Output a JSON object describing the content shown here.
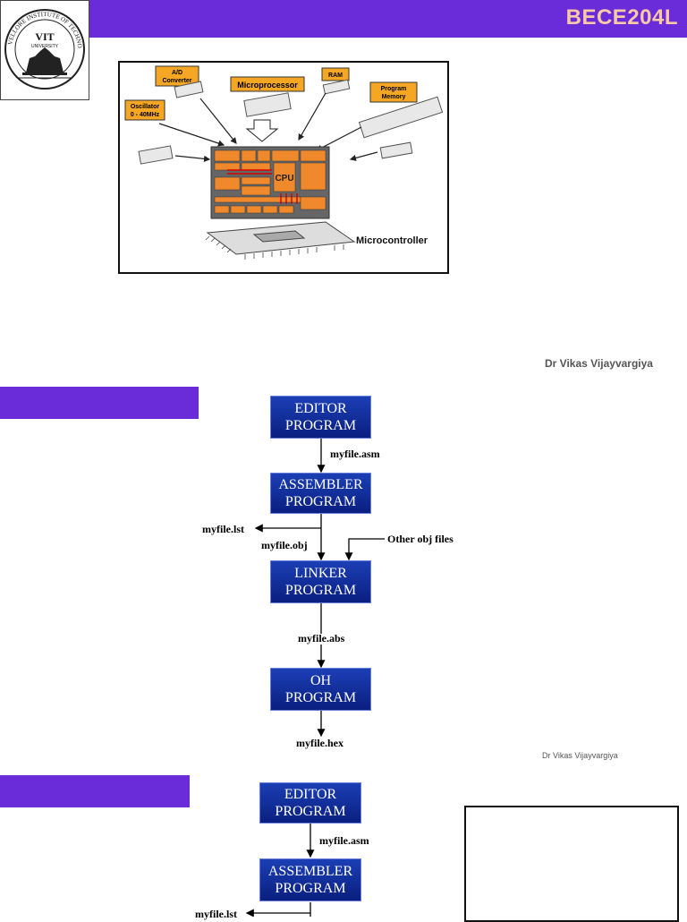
{
  "slide1": {
    "course_code": "BECE204L",
    "author": "Dr Vikas Vijayvargiya",
    "logo": {
      "top_text": "VELLORE INSTITUTE OF TECHNOLOGY",
      "main": "VIT",
      "sub": "UNIVERSITY"
    },
    "figure": {
      "labels": {
        "ad": [
          "A/D",
          "Converter"
        ],
        "micro": "Microprocessor",
        "ram": "RAM",
        "progmem": [
          "Program",
          "Memory"
        ],
        "osc": [
          "Oscillator",
          "0 - 40MHz"
        ],
        "mcu": "Microcontroller",
        "cpu": "CPU"
      }
    }
  },
  "slide2": {
    "author": "Dr Vikas Vijayvargiya",
    "boxes": {
      "editor": [
        "EDITOR",
        "PROGRAM"
      ],
      "assembler": [
        "ASSEMBLER",
        "PROGRAM"
      ],
      "linker": [
        "LINKER",
        "PROGRAM"
      ],
      "oh": [
        "OH",
        "PROGRAM"
      ]
    },
    "files": {
      "asm": "myfile.asm",
      "lst": "myfile.lst",
      "obj": "myfile.obj",
      "other": "Other obj files",
      "abs": "myfile.abs",
      "hex": "myfile.hex"
    }
  },
  "slide3": {
    "boxes": {
      "editor": [
        "EDITOR",
        "PROGRAM"
      ],
      "assembler": [
        "ASSEMBLER",
        "PROGRAM"
      ]
    },
    "files": {
      "asm": "myfile.asm",
      "lst": "myfile.lst"
    }
  },
  "colors": {
    "purple": "#6a2bd8",
    "code": "#f8c9a7",
    "box_blue": "#0a1f80",
    "orange": "#f5a623"
  }
}
